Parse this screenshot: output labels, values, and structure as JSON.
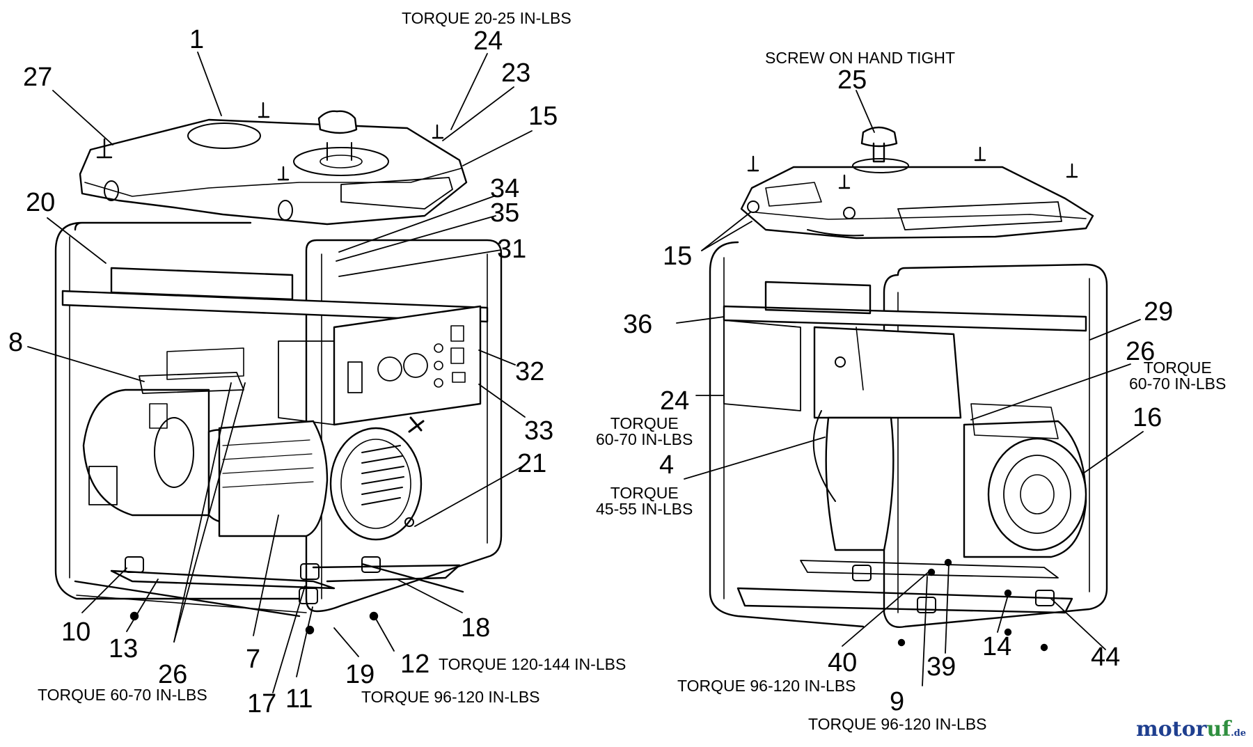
{
  "diagram": {
    "notes": {
      "torque_20_25": "TORQUE 20-25 IN-LBS",
      "screw_hand_tight": "SCREW ON HAND TIGHT",
      "torque_60_70_right": "TORQUE\n60-70 IN-LBS",
      "torque_60_70_mid": "TORQUE\n60-70 IN-LBS",
      "torque_45_55": "TORQUE\n45-55 IN-LBS",
      "torque_120_144": "TORQUE 120-144 IN-LBS",
      "torque_60_70_bottom": "TORQUE 60-70 IN-LBS",
      "torque_96_120_a": "TORQUE 96-120 IN-LBS",
      "torque_96_120_b": "TORQUE 96-120 IN-LBS",
      "torque_96_120_c": "TORQUE 96-120 IN-LBS"
    },
    "callouts_left": {
      "c1": "1",
      "c27": "27",
      "c24": "24",
      "c23": "23",
      "c15": "15",
      "c34": "34",
      "c35": "35",
      "c20": "20",
      "c31": "31",
      "c8": "8",
      "c32": "32",
      "c33": "33",
      "c21": "21",
      "c18": "18",
      "c10": "10",
      "c13": "13",
      "c26": "26",
      "c7": "7",
      "c17": "17",
      "c11": "11",
      "c19": "19",
      "c12": "12"
    },
    "callouts_right": {
      "c25": "25",
      "c15": "15",
      "c36": "36",
      "c29": "29",
      "c26": "26",
      "c24": "24",
      "c16": "16",
      "c4": "4",
      "c40": "40",
      "c39": "39",
      "c14": "14",
      "c44": "44",
      "c9": "9"
    },
    "watermark": {
      "main1": "motor",
      "main2": "uf",
      "suffix": ".de"
    }
  }
}
